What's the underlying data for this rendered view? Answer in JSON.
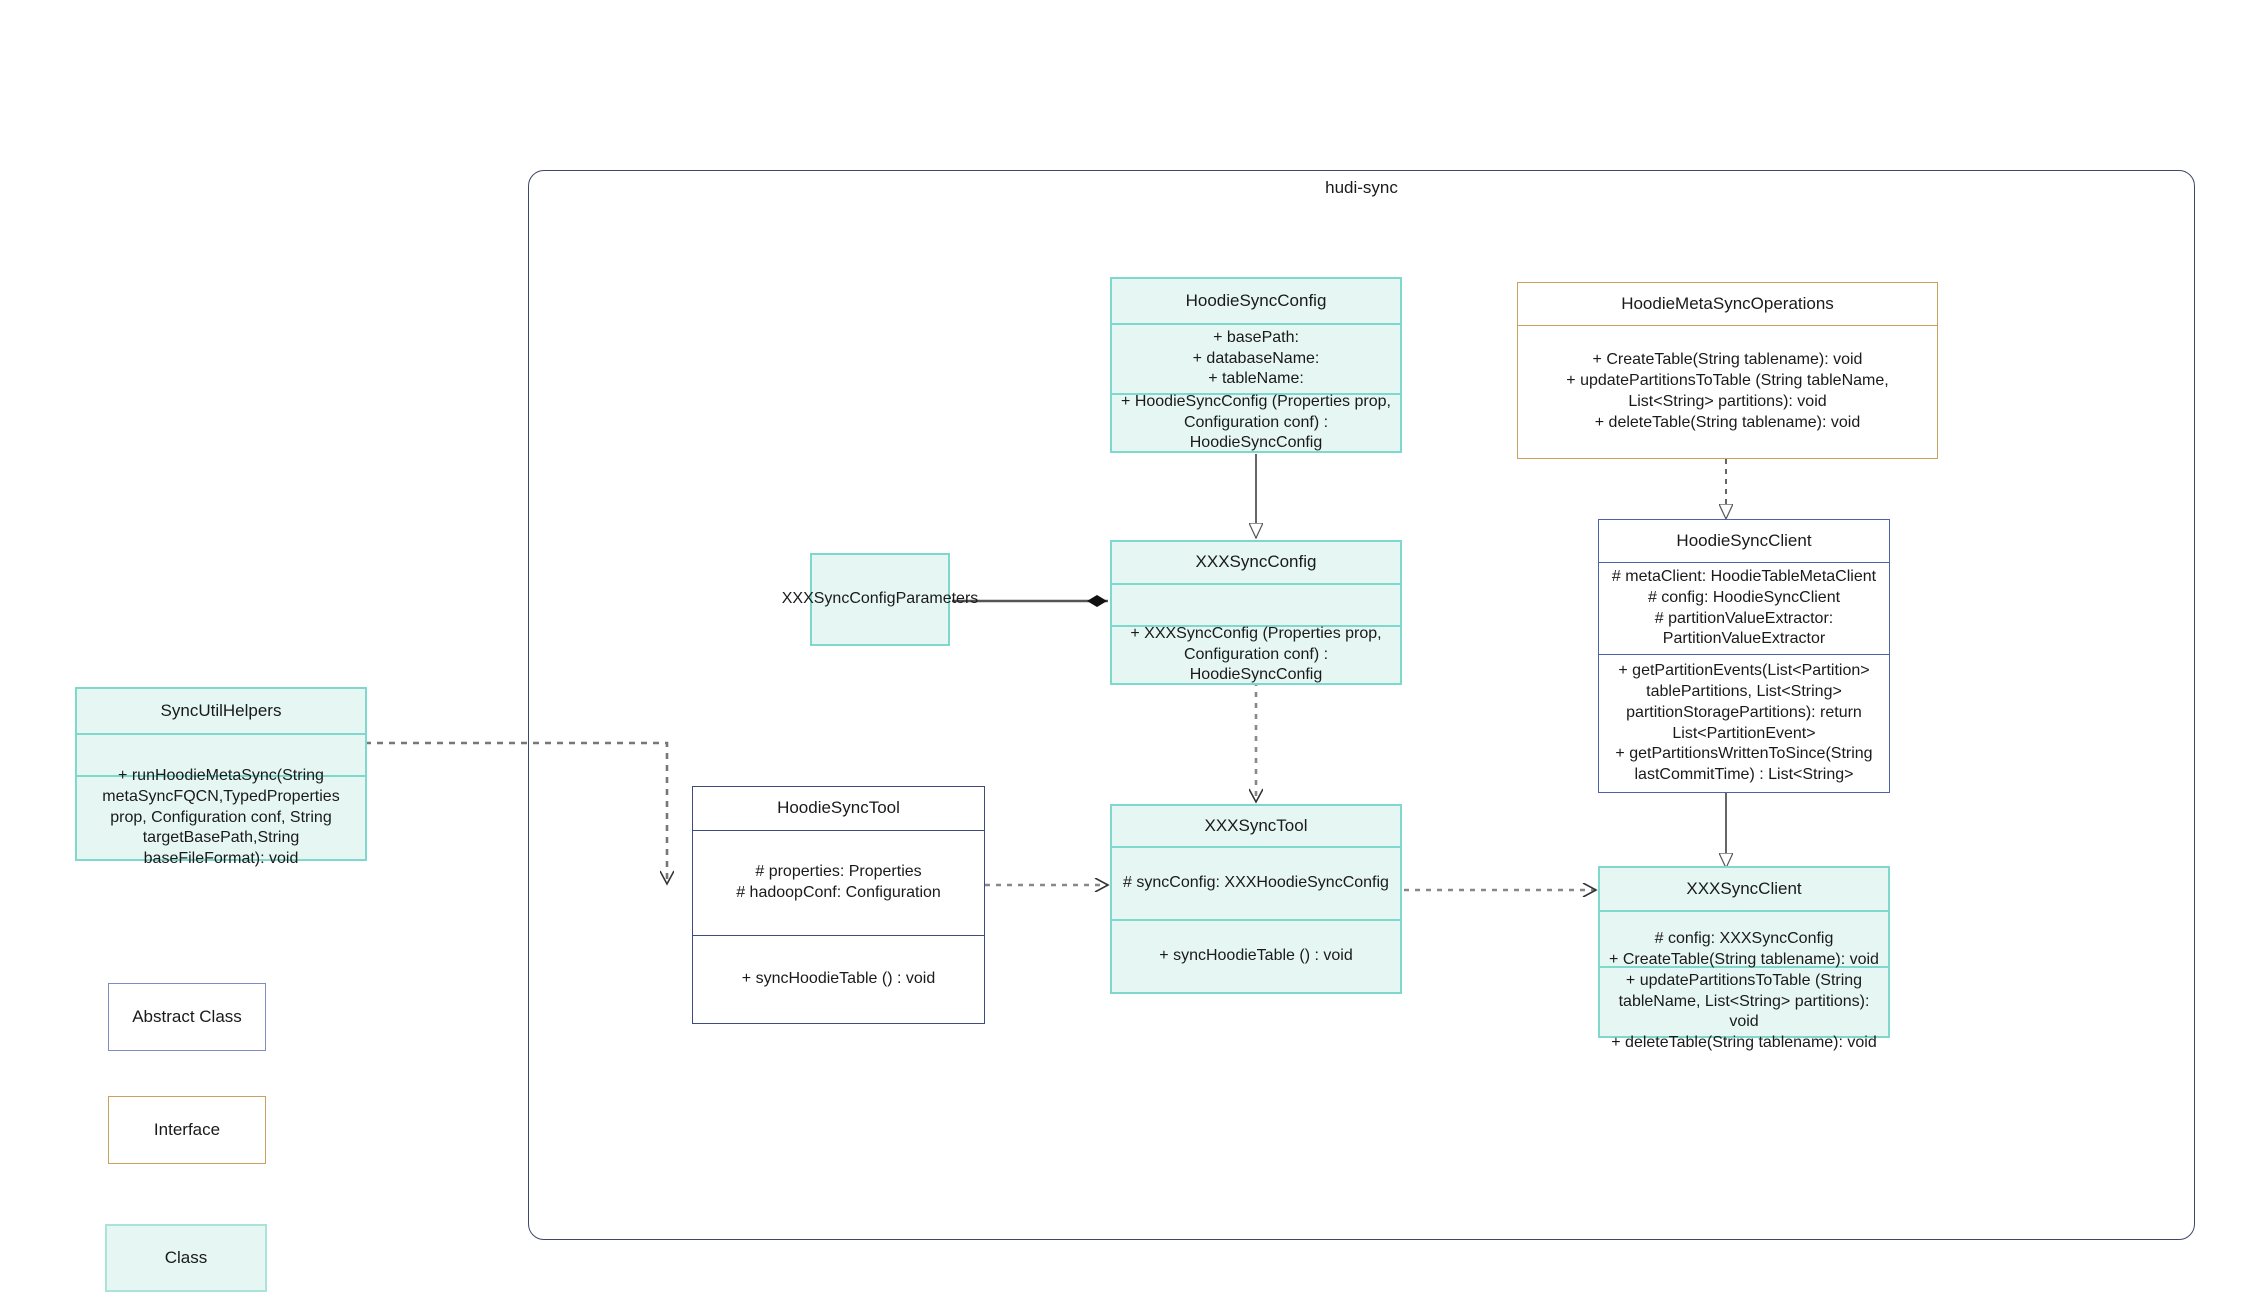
{
  "package": {
    "title": "hudi-sync"
  },
  "legend": [
    {
      "label": "Abstract Class",
      "kind": "abstract",
      "border": "#7f8bc4"
    },
    {
      "label": "Interface",
      "kind": "interface",
      "border": "#c9a15f"
    },
    {
      "label": "Class",
      "kind": "class",
      "border": "#a9e3da",
      "fill": "#e6f7f3"
    }
  ],
  "colors": {
    "class_border": "#7fd8cd",
    "class_fill": "#e6f7f3",
    "abstract_border": "#3f4a7e",
    "interface_border": "#c9a15f",
    "package_border": "#40456b",
    "edge": "#666666"
  },
  "classes": {
    "sync_util_helpers": {
      "name": "SyncUtilHelpers",
      "kind": "class",
      "attributes": [],
      "operations": [
        "+    runHoodieMetaSync(String metaSyncFQCN,TypedProperties prop, Configuration conf, String targetBasePath,String baseFileFormat): void"
      ]
    },
    "hoodie_sync_config": {
      "name": "HoodieSyncConfig",
      "kind": "class",
      "attributes": [
        "+    basePath:",
        "+    databaseName:",
        "+    tableName:"
      ],
      "operations": [
        "+   HoodieSyncConfig (Properties prop, Configuration conf) : HoodieSyncConfig"
      ]
    },
    "hoodie_meta_sync_operations": {
      "name": "HoodieMetaSyncOperations",
      "kind": "interface",
      "operations": [
        "+    CreateTable(String tablename): void",
        "+    updatePartitionsToTable (String tableName, List<String> partitions): void",
        "+    deleteTable(String tablename): void"
      ]
    },
    "xxx_sync_config_parameters": {
      "name": "XXXSyncConfigParameters",
      "kind": "class"
    },
    "xxx_sync_config": {
      "name": "XXXSyncConfig",
      "kind": "class",
      "attributes": [],
      "operations": [
        "+   XXXSyncConfig (Properties prop, Configuration conf) : HoodieSyncConfig"
      ]
    },
    "hoodie_sync_client": {
      "name": "HoodieSyncClient",
      "kind": "abstract",
      "attributes": [
        "#   metaClient: HoodieTableMetaClient",
        "#   config: HoodieSyncClient",
        "#    partitionValueExtractor: PartitionValueExtractor"
      ],
      "operations": [
        "+   getPartitionEvents(List<Partition> tablePartitions, List<String> partitionStoragePartitions): return List<PartitionEvent>",
        "+   getPartitionsWrittenToSince(String lastCommitTime) : List<String>"
      ]
    },
    "hoodie_sync_tool": {
      "name": "HoodieSyncTool",
      "kind": "abstract",
      "attributes": [
        "#   properties: Properties",
        "#   hadoopConf: Configuration"
      ],
      "operations": [
        "+   syncHoodieTable () : void"
      ]
    },
    "xxx_sync_tool": {
      "name": "XXXSyncTool",
      "kind": "class",
      "attributes": [
        "#  syncConfig: XXXHoodieSyncConfig"
      ],
      "operations": [
        "+   syncHoodieTable () : void"
      ]
    },
    "xxx_sync_client": {
      "name": "XXXSyncClient",
      "kind": "class",
      "attributes": [
        "#    config: XXXSyncConfig"
      ],
      "operations": [
        "+    CreateTable(String tablename): void",
        "+    updatePartitionsToTable (String tableName, List<String> partitions): void",
        "+    deleteTable(String tablename): void"
      ]
    }
  },
  "edges": [
    {
      "from": "hoodie_sync_config",
      "to": "xxx_sync_config",
      "type": "generalization"
    },
    {
      "from": "hoodie_meta_sync_operations",
      "to": "hoodie_sync_client",
      "type": "realization"
    },
    {
      "from": "hoodie_sync_client",
      "to": "xxx_sync_client",
      "type": "generalization"
    },
    {
      "from": "xxx_sync_config",
      "to": "xxx_sync_tool",
      "type": "dependency"
    },
    {
      "from": "xxx_sync_config_parameters",
      "to": "xxx_sync_config",
      "type": "composition"
    },
    {
      "from": "sync_util_helpers",
      "to": "hoodie_sync_tool",
      "type": "dependency"
    },
    {
      "from": "hoodie_sync_tool",
      "to": "xxx_sync_tool",
      "type": "dependency"
    },
    {
      "from": "xxx_sync_tool",
      "to": "xxx_sync_client",
      "type": "dependency"
    }
  ]
}
